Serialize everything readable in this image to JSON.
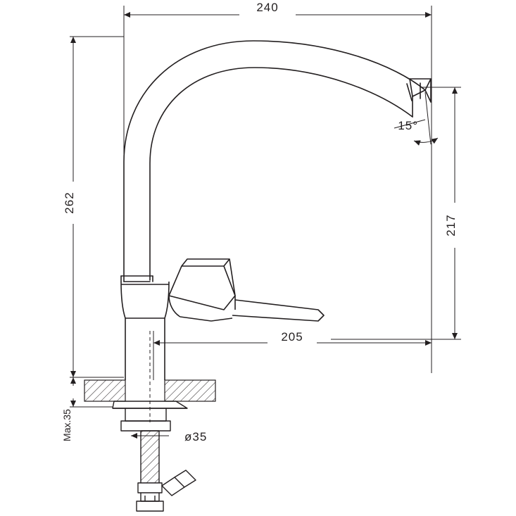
{
  "drawing": {
    "title": "kitchen-faucet-technical-drawing",
    "line_color": "#231f20",
    "hatch_color": "#231f20",
    "background": "#ffffff",
    "dimensions": {
      "overall_width": "240",
      "overall_height": "262",
      "spout_height": "217",
      "spout_reach": "205",
      "angle": "15°",
      "thread_diameter": "ø35",
      "max_thickness": "Max.35"
    }
  }
}
